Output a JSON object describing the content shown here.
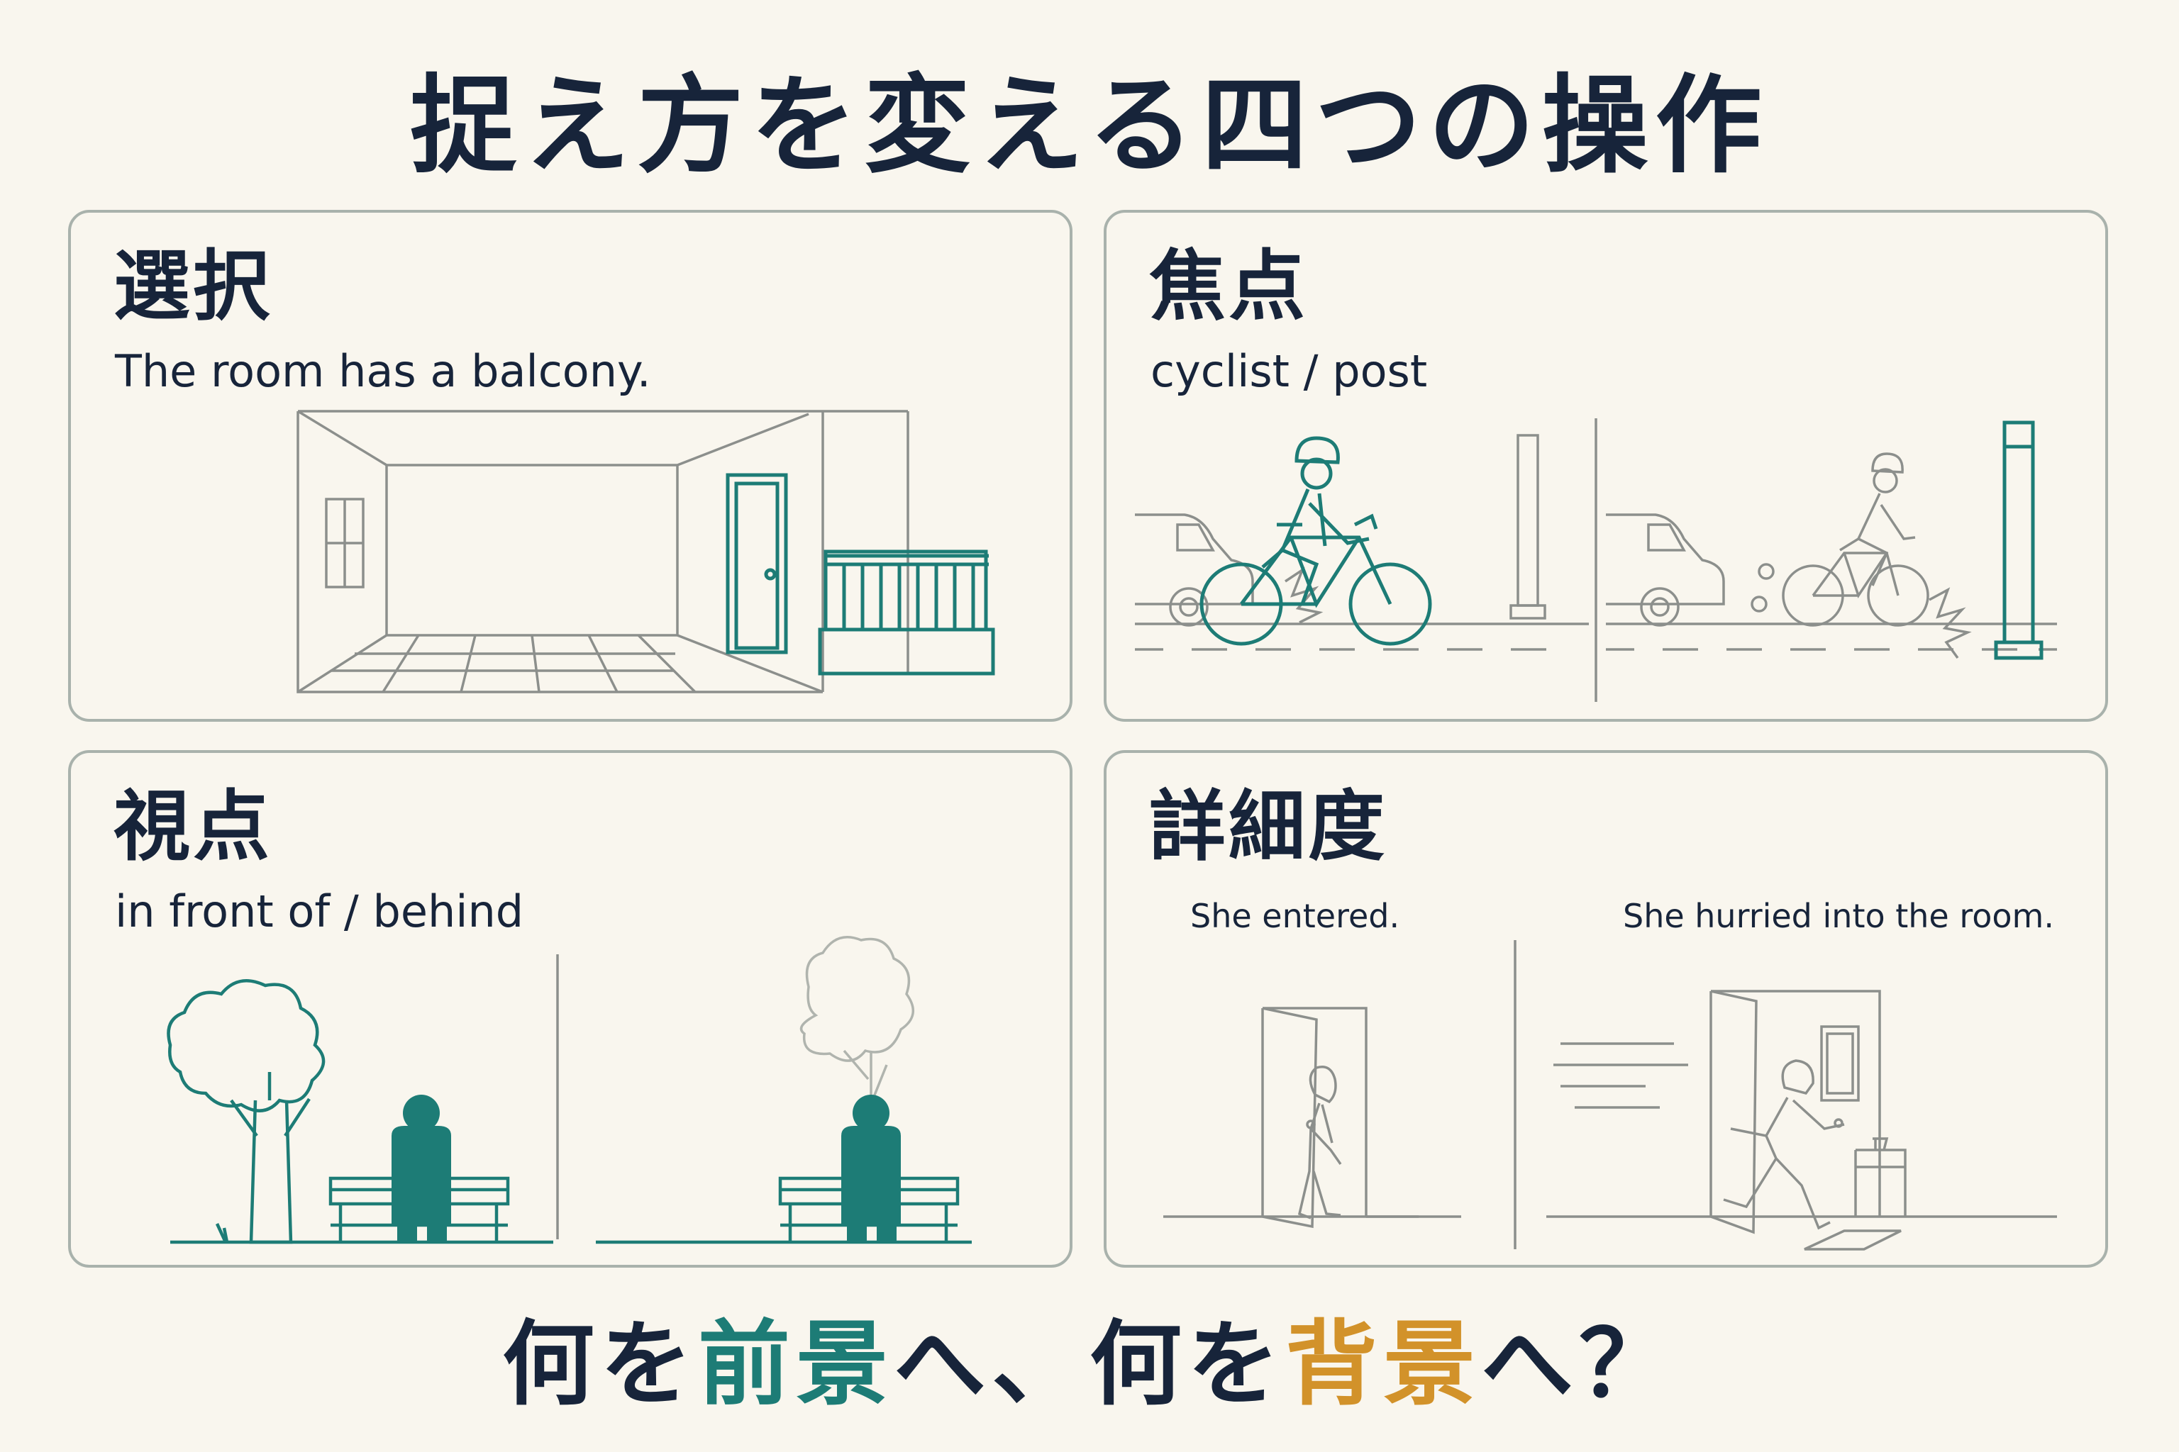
{
  "title": "捉え方を変える四つの操作",
  "panels": {
    "selection": {
      "title": "選択",
      "subtitle": "The room has a balcony."
    },
    "focus": {
      "title": "焦点",
      "subtitle": "cyclist / post"
    },
    "viewpoint": {
      "title": "視点",
      "subtitle": "in front of / behind"
    },
    "detail": {
      "title": "詳細度",
      "caption_left": "She entered.",
      "caption_right": "She hurried into the room."
    }
  },
  "bottom": {
    "part1": "何を",
    "highlight1": "前景",
    "part2": "へ、何を",
    "highlight2": "背景",
    "part3": "へ？"
  },
  "colors": {
    "accent_teal": "#1d7c76",
    "accent_gold": "#d2922a",
    "line_gray": "#8c8f8c",
    "text_navy": "#17243a"
  }
}
